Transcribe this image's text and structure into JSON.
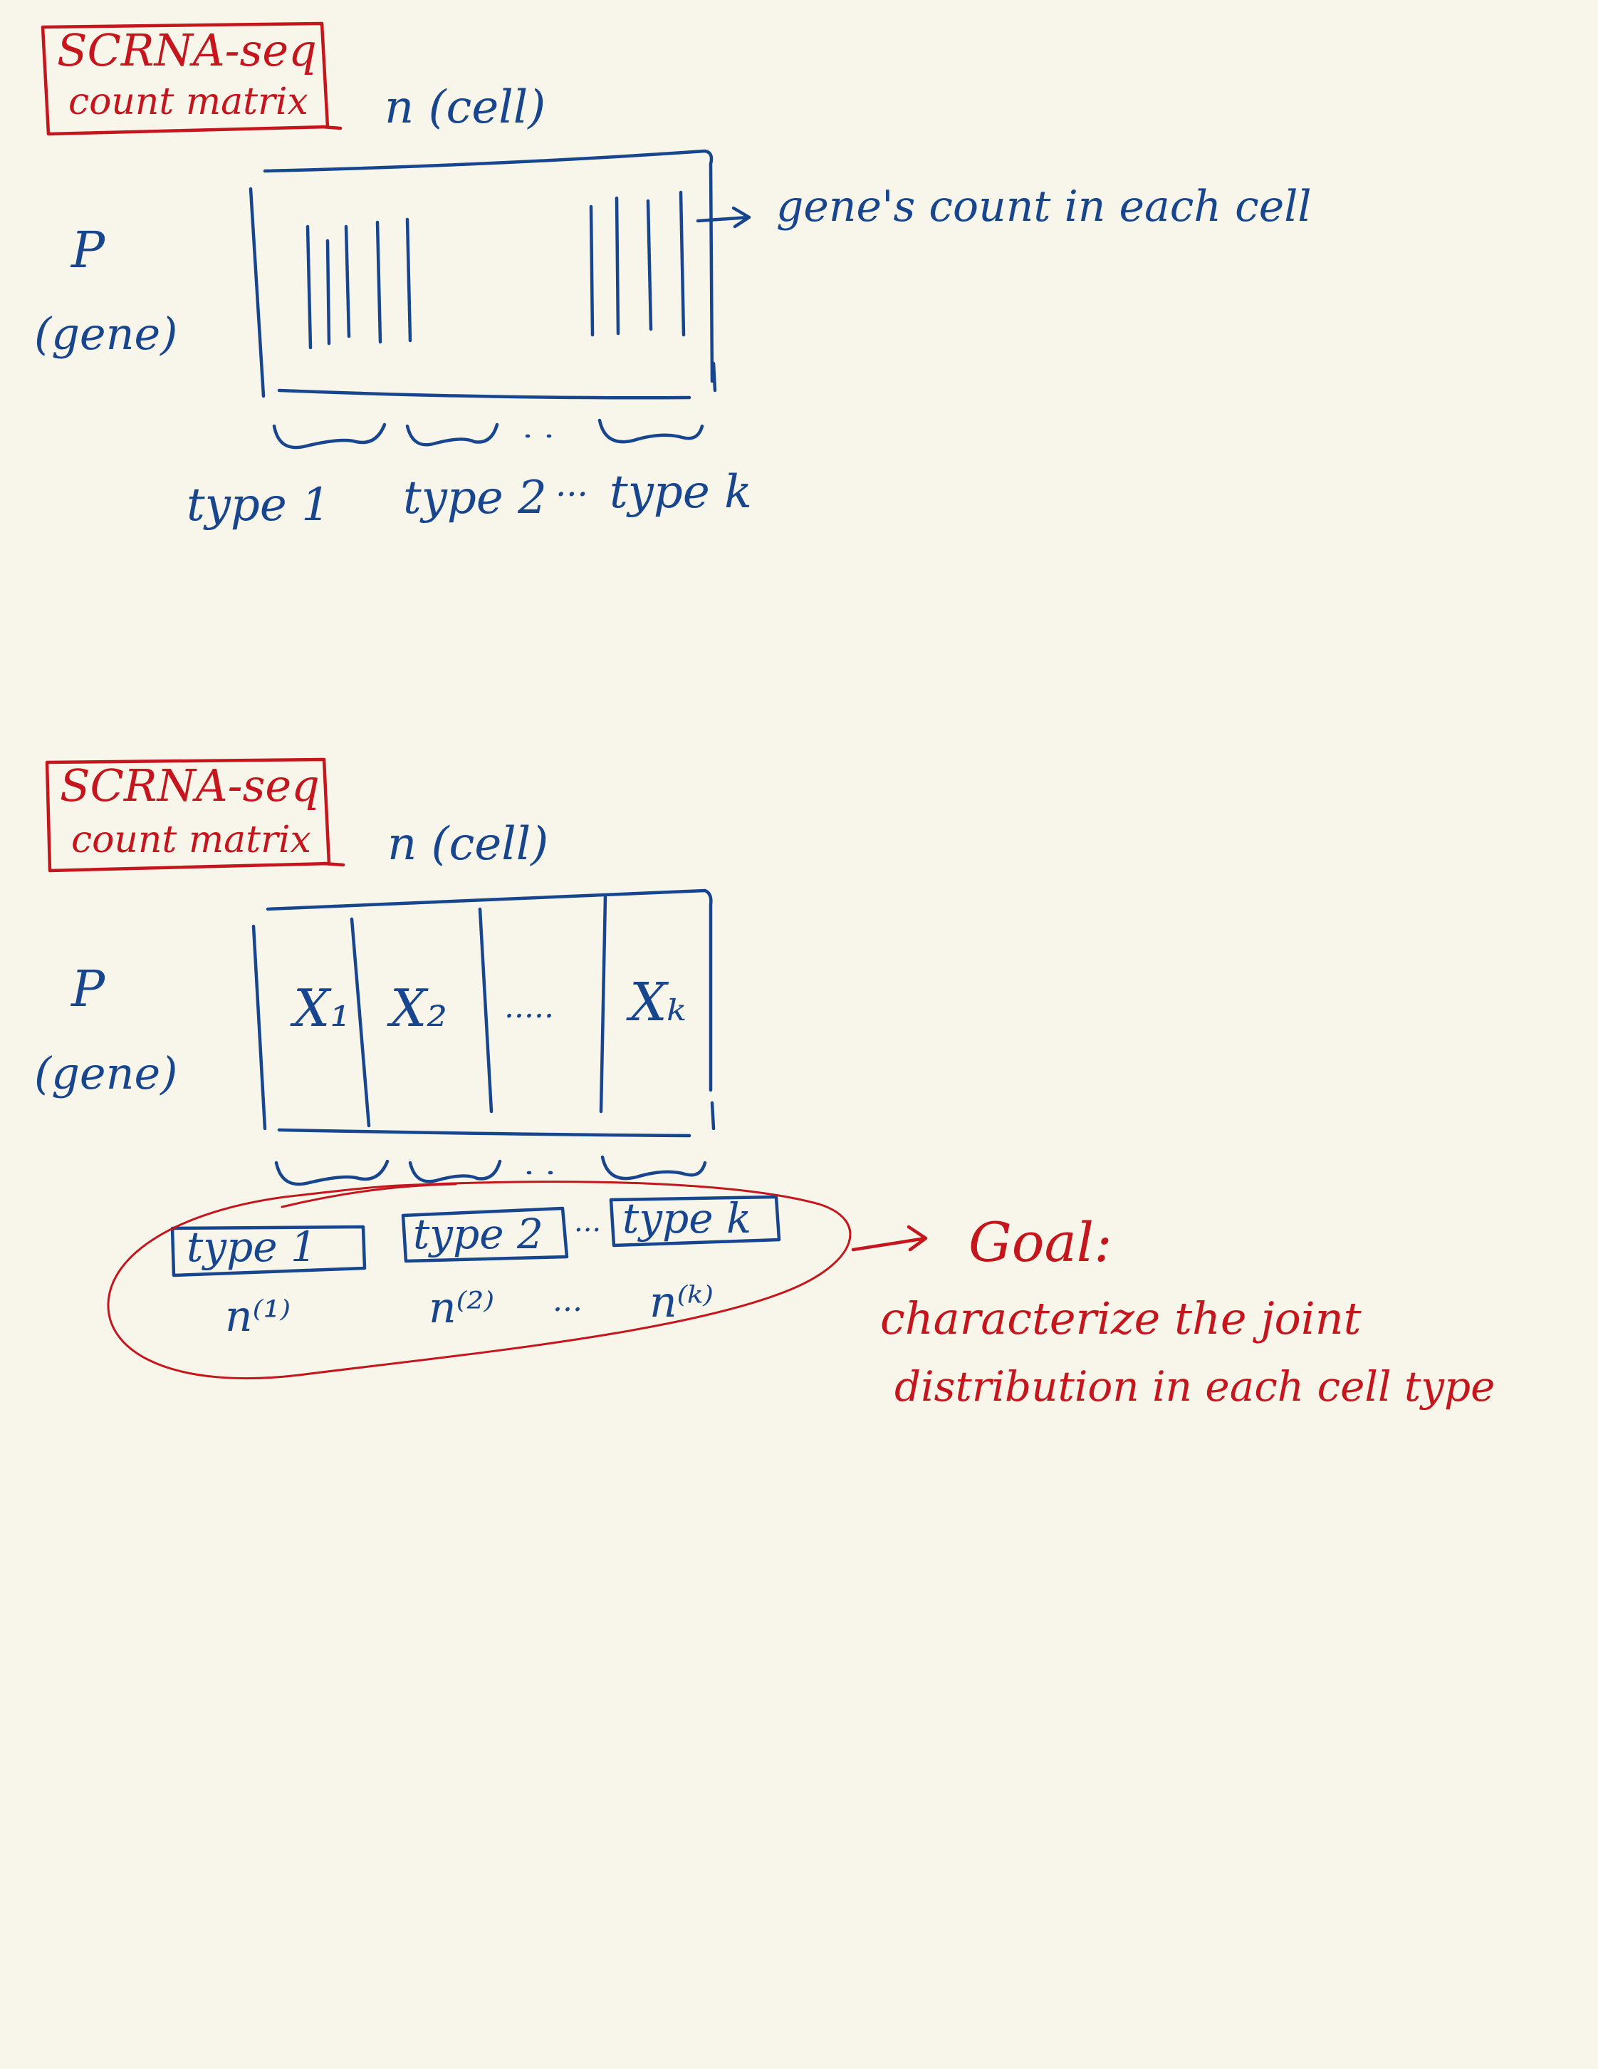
{
  "colors": {
    "background": "#f8f5ea",
    "ink_blue": "#17468f",
    "ink_red": "#c4161c"
  },
  "diagram_top": {
    "title_line1": "SCRNA-seq",
    "title_line2": "count matrix",
    "columns_label": "n (cell)",
    "rows_label_line1": "P",
    "rows_label_line2": "(gene)",
    "column_annotation": "gene's count in each cell",
    "type_labels": [
      "type 1",
      "type 2",
      "type k"
    ],
    "ellipsis": "..."
  },
  "diagram_bottom": {
    "title_line1": "SCRNA-seq",
    "title_line2": "count matrix",
    "columns_label": "n (cell)",
    "rows_label_line1": "P",
    "rows_label_line2": "(gene)",
    "blocks": [
      "X₁",
      "X₂",
      "Xₖ"
    ],
    "block_ellipsis": ".....",
    "type_labels": [
      "type 1",
      "type 2",
      "type k"
    ],
    "counts": [
      "n⁽¹⁾",
      "n⁽²⁾",
      "n⁽ᵏ⁾"
    ],
    "ellipsis": "...",
    "goal_title": "Goal:",
    "goal_line1": "characterize the joint",
    "goal_line2": "distribution in each cell type"
  }
}
